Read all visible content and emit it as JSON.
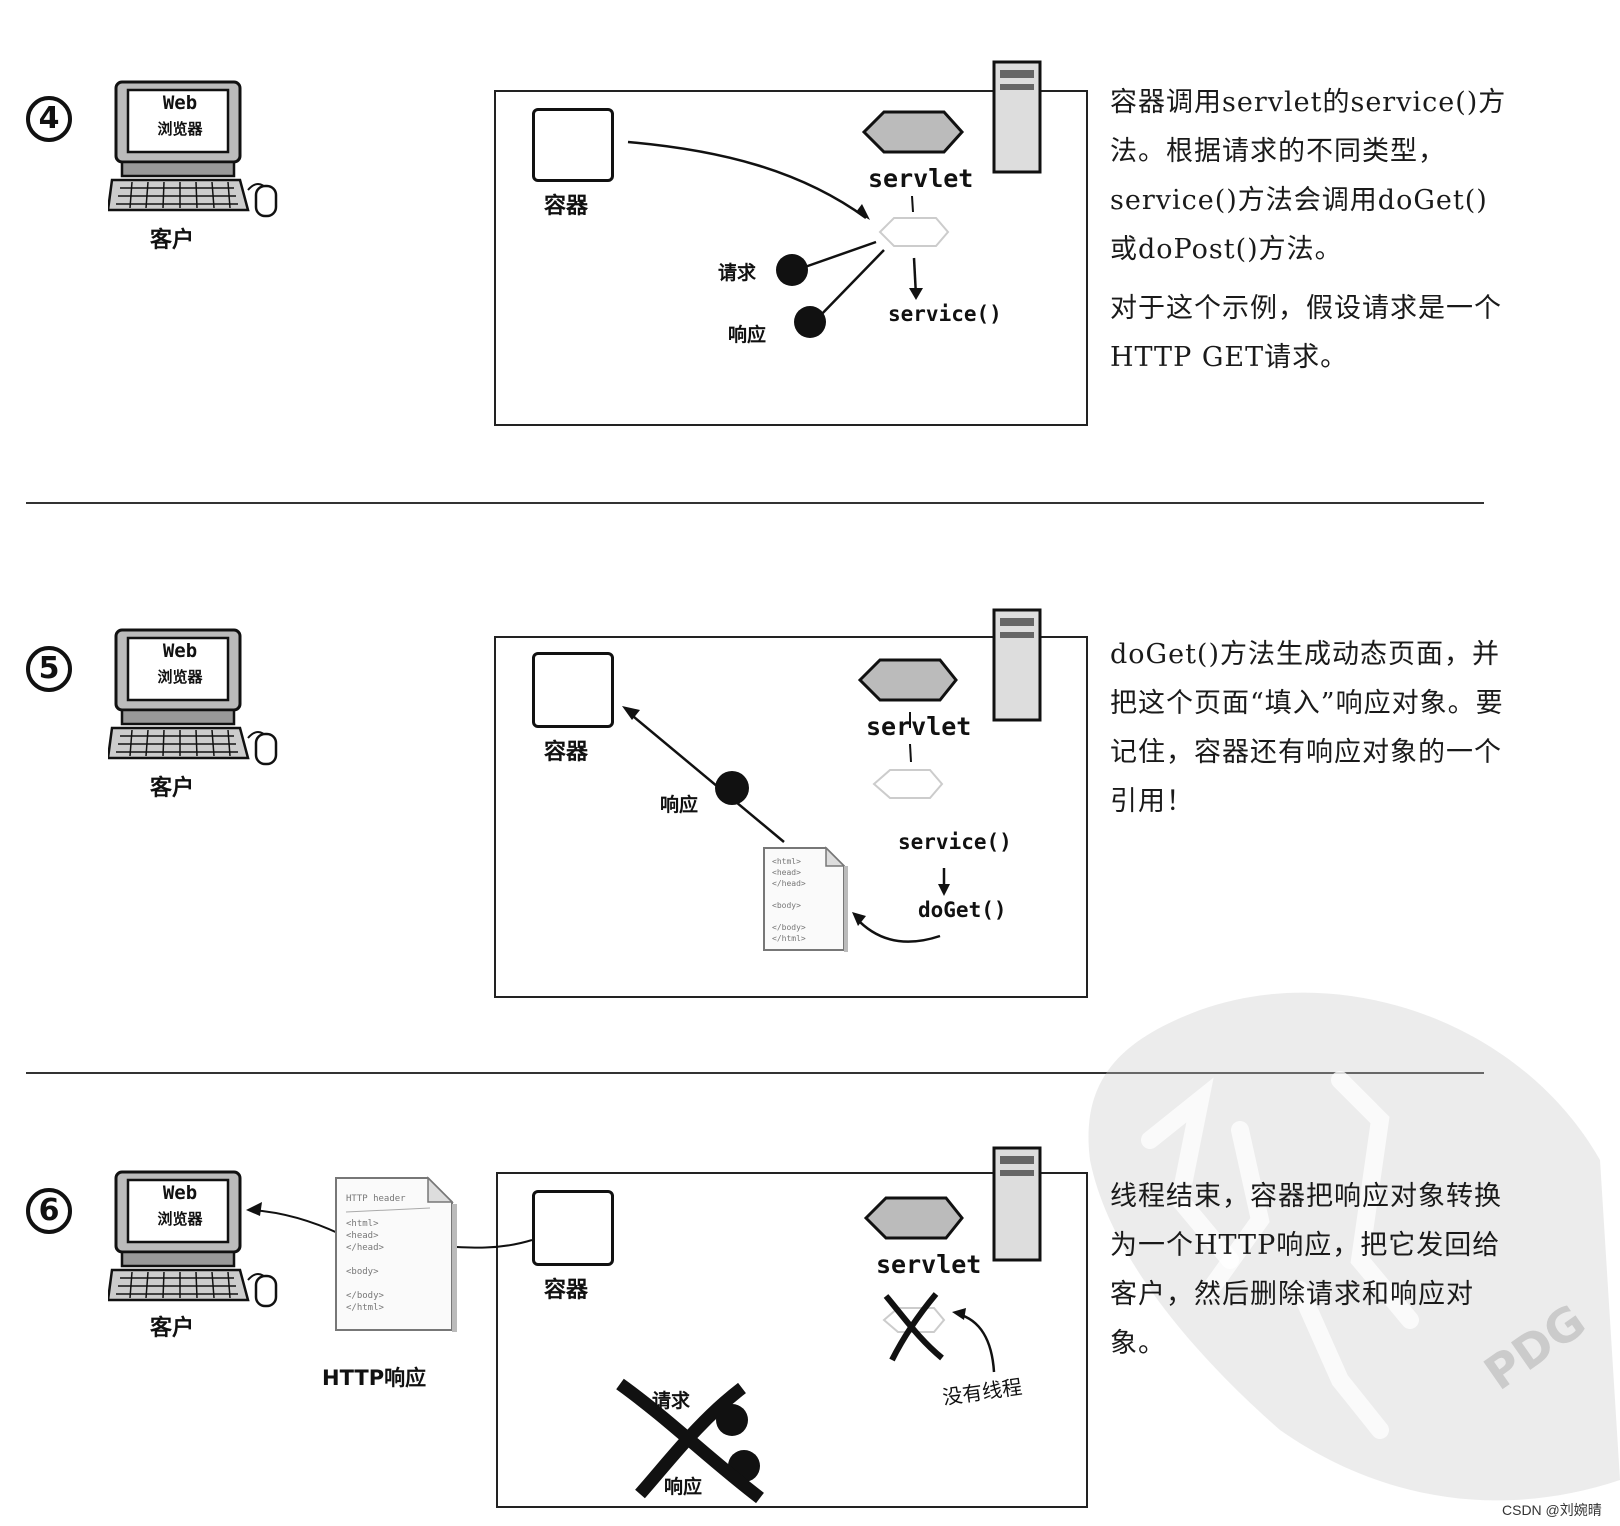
{
  "steps": [
    {
      "number": "4",
      "client": {
        "screen_line1": "Web",
        "screen_line2": "浏览器",
        "label": "客户"
      },
      "container_label": "容器",
      "servlet_label": "servlet",
      "request_label": "请求",
      "response_label": "响应",
      "method_label": "service()",
      "description": [
        "容器调用servlet的service()方法。根据请求的不同类型，service()方法会调用doGet()或doPost()方法。",
        "对于这个示例，假设请求是一个HTTP GET请求。"
      ]
    },
    {
      "number": "5",
      "client": {
        "screen_line1": "Web",
        "screen_line2": "浏览器",
        "label": "客户"
      },
      "container_label": "容器",
      "servlet_label": "servlet",
      "response_label": "响应",
      "method_label_1": "service()",
      "method_label_2": "doGet()",
      "description": [
        "doGet()方法生成动态页面，并把这个页面“填入”响应对象。要记住，容器还有响应对象的一个引用！"
      ]
    },
    {
      "number": "6",
      "client": {
        "screen_line1": "Web",
        "screen_line2": "浏览器",
        "label": "客户"
      },
      "container_label": "容器",
      "servlet_label": "servlet",
      "request_label": "请求",
      "response_label": "响应",
      "http_response_label": "HTTP响应",
      "doc_header": "HTTP header",
      "no_thread_label": "没有线程",
      "description": [
        "线程结束，容器把响应对象转换为一个HTTP响应，把它发回给客户，然后删除请求和响应对象。"
      ]
    }
  ],
  "doc_lines": [
    "<html>",
    "<head>",
    "</head>",
    "",
    "<body>",
    "",
    "</body>",
    "</html>"
  ],
  "watermark": "PDG",
  "credit": "CSDN @刘婉晴"
}
